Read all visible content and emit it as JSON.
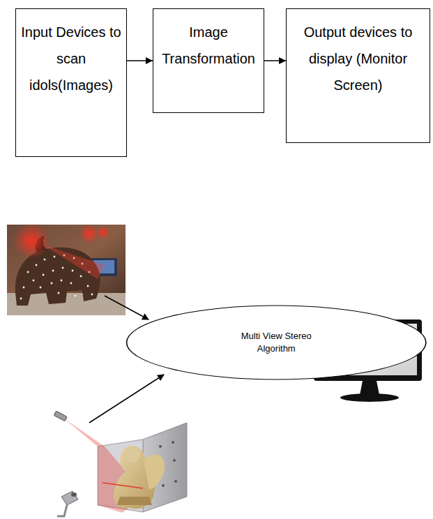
{
  "diagram": {
    "nodes": [
      {
        "text": [
          "Input Devices to scan idols(Images)"
        ]
      },
      {
        "text": [
          "Image Transformation"
        ]
      },
      {
        "text": [
          "Output devices to display (Monitor Screen)"
        ]
      },
      {
        "text": [
          "Multi View Stereo Algorithm"
        ]
      }
    ],
    "edges": [
      {
        "from": 0,
        "to": 1,
        "arrow": "to"
      },
      {
        "from": 1,
        "to": 2,
        "arrow": "to"
      }
    ]
  }
}
